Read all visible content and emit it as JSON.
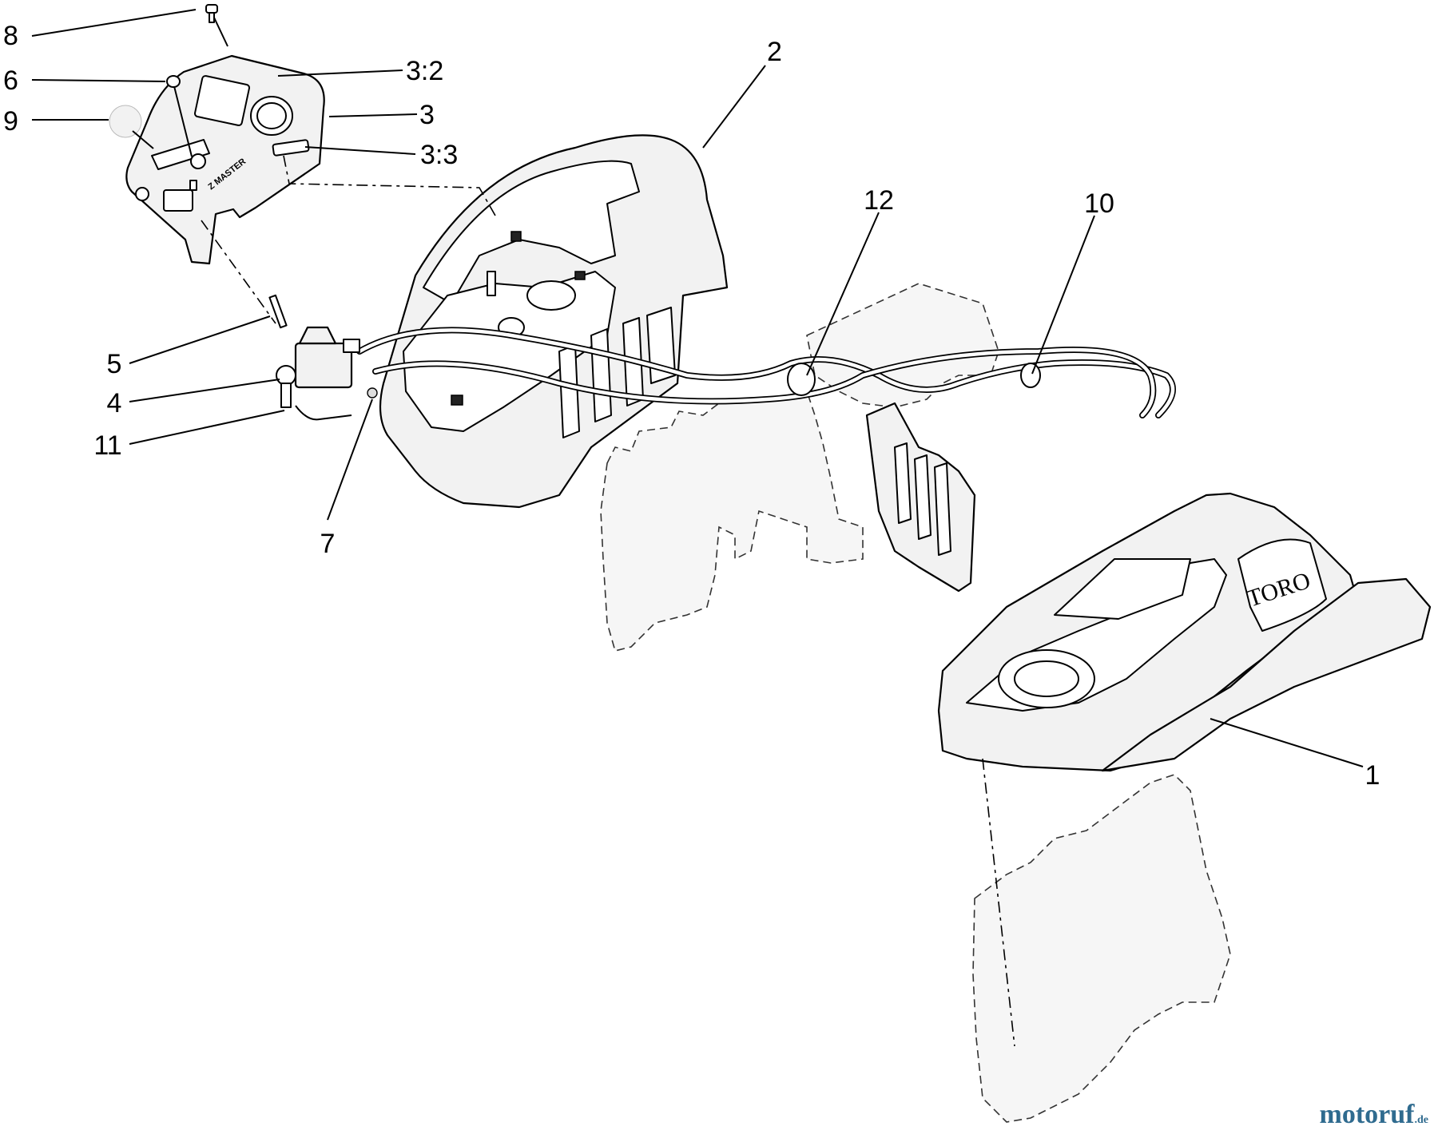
{
  "callouts": [
    {
      "id": "c8",
      "label": "8"
    },
    {
      "id": "c6",
      "label": "6"
    },
    {
      "id": "c9",
      "label": "9"
    },
    {
      "id": "c3-2",
      "label": "3:2"
    },
    {
      "id": "c3",
      "label": "3"
    },
    {
      "id": "c3-3",
      "label": "3:3"
    },
    {
      "id": "c2",
      "label": "2"
    },
    {
      "id": "c12",
      "label": "12"
    },
    {
      "id": "c10",
      "label": "10"
    },
    {
      "id": "c5",
      "label": "5"
    },
    {
      "id": "c4",
      "label": "4"
    },
    {
      "id": "c11",
      "label": "11"
    },
    {
      "id": "c7",
      "label": "7"
    },
    {
      "id": "c1",
      "label": "1"
    }
  ],
  "panel_logo": "Z MASTER",
  "brand_logo": "TORO",
  "watermark": {
    "name": "motoruf",
    "tld": ".de",
    "color": "#2f6b8f"
  }
}
